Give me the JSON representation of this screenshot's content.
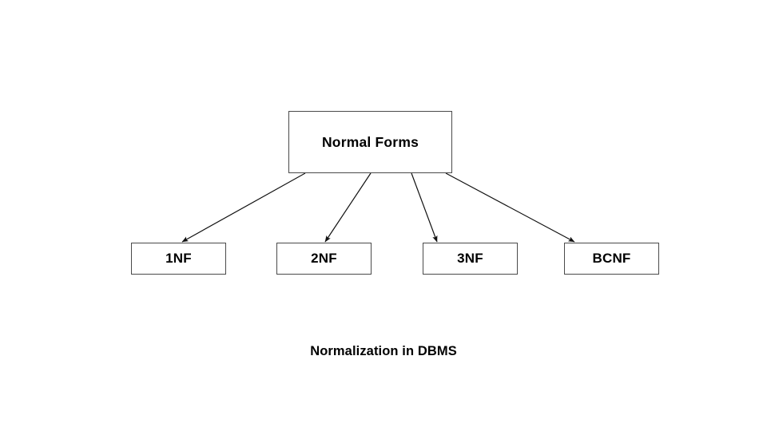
{
  "diagram": {
    "title": "Normalization in DBMS",
    "background_color": "#ffffff",
    "stroke_color": "#4a4a4a",
    "text_color": "#000000",
    "root": {
      "id": "normal-forms",
      "label": "Normal Forms"
    },
    "children": [
      {
        "id": "1nf",
        "label": "1NF"
      },
      {
        "id": "2nf",
        "label": "2NF"
      },
      {
        "id": "3nf",
        "label": "3NF"
      },
      {
        "id": "bcnf",
        "label": "BCNF"
      }
    ],
    "edges": [
      {
        "from": "normal-forms",
        "to": "1nf",
        "arrow": "arrowhead-icon"
      },
      {
        "from": "normal-forms",
        "to": "2nf",
        "arrow": "arrowhead-icon"
      },
      {
        "from": "normal-forms",
        "to": "3nf",
        "arrow": "arrowhead-icon"
      },
      {
        "from": "normal-forms",
        "to": "bcnf",
        "arrow": "arrowhead-icon"
      }
    ],
    "caption": "Normalization in DBMS"
  }
}
